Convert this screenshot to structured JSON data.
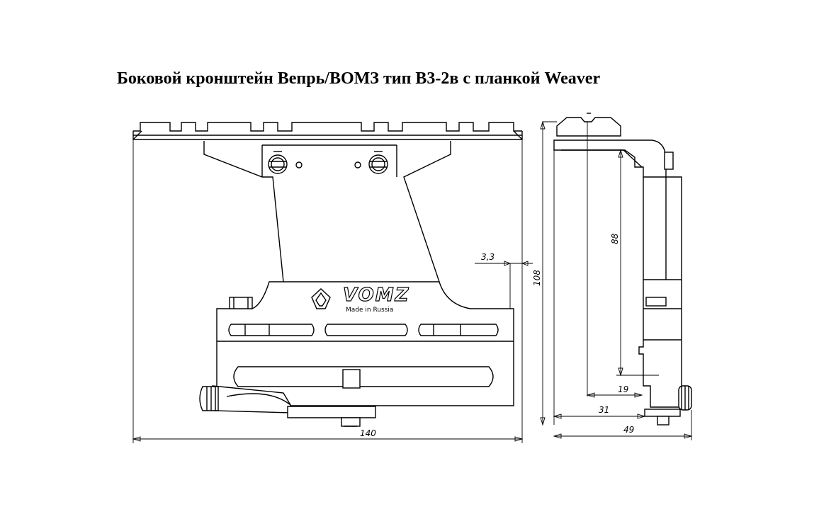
{
  "title": "Боковой кронштейн Вепрь/ВОМЗ тип В3-2в с планкой Weaver",
  "logo": {
    "brand": "VOMZ",
    "tagline": "Made in Russia"
  },
  "dimensions": {
    "overall_length": "140",
    "rail_offset": "3,3",
    "overall_height": "108",
    "inner_height": "88",
    "depth_19": "19",
    "depth_31": "31",
    "overall_width": "49"
  }
}
